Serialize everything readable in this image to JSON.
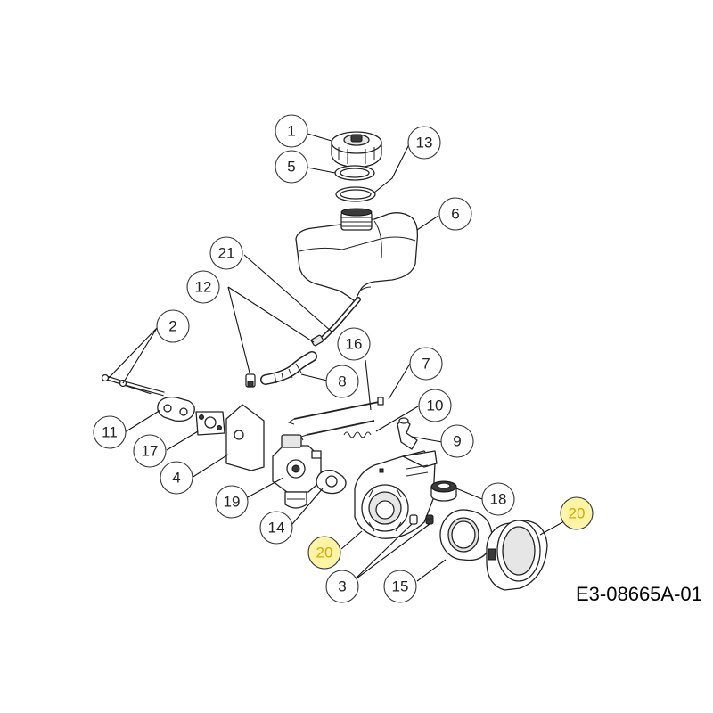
{
  "drawing_code": "E3-08665A-01",
  "callouts": [
    {
      "id": "c1",
      "label": "1",
      "highlight": false
    },
    {
      "id": "c5",
      "label": "5",
      "highlight": false
    },
    {
      "id": "c13",
      "label": "13",
      "highlight": false
    },
    {
      "id": "c6",
      "label": "6",
      "highlight": false
    },
    {
      "id": "c21",
      "label": "21",
      "highlight": false
    },
    {
      "id": "c12",
      "label": "12",
      "highlight": false
    },
    {
      "id": "c2",
      "label": "2",
      "highlight": false
    },
    {
      "id": "c16",
      "label": "16",
      "highlight": false
    },
    {
      "id": "c7",
      "label": "7",
      "highlight": false
    },
    {
      "id": "c8",
      "label": "8",
      "highlight": false
    },
    {
      "id": "c10",
      "label": "10",
      "highlight": false
    },
    {
      "id": "c11",
      "label": "11",
      "highlight": false
    },
    {
      "id": "c9",
      "label": "9",
      "highlight": false
    },
    {
      "id": "c17",
      "label": "17",
      "highlight": false
    },
    {
      "id": "c4",
      "label": "4",
      "highlight": false
    },
    {
      "id": "c18",
      "label": "18",
      "highlight": false
    },
    {
      "id": "c19",
      "label": "19",
      "highlight": false
    },
    {
      "id": "c20b",
      "label": "20",
      "highlight": true
    },
    {
      "id": "c14",
      "label": "14",
      "highlight": false
    },
    {
      "id": "c20a",
      "label": "20",
      "highlight": true
    },
    {
      "id": "c3",
      "label": "3",
      "highlight": false
    },
    {
      "id": "c15",
      "label": "15",
      "highlight": false
    }
  ],
  "colors": {
    "highlight_fill": "#fff3a6",
    "highlight_text": "#d4a800",
    "line": "#222222"
  }
}
